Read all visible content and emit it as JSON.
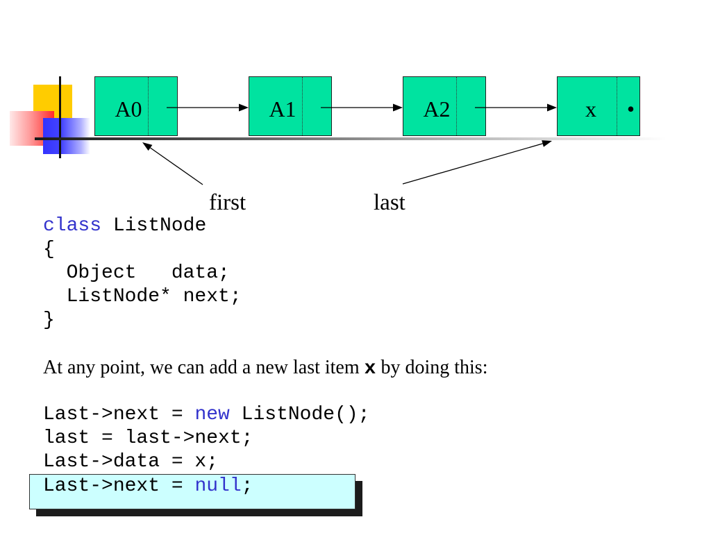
{
  "colors": {
    "node_fill": "#00E3A0",
    "keyword": "#3333CC",
    "highlight_fill": "#CCFFFF"
  },
  "linked_list": {
    "nodes": [
      {
        "label": "A0"
      },
      {
        "label": "A1"
      },
      {
        "label": "A2"
      },
      {
        "label": "x",
        "next_marker": "•"
      }
    ],
    "pointers": {
      "first": "first",
      "last": "last"
    }
  },
  "class_code": {
    "line1": {
      "keyword": "class",
      "text": " ListNode"
    },
    "line2": "{",
    "line3": "  Object   data;",
    "line4": "  ListNode* next;",
    "line5": "}"
  },
  "explanation": {
    "before": "At any point, we can add a new last item ",
    "variable": "x",
    "after": " by doing this:"
  },
  "append_code": {
    "line1": {
      "before": "Last->next = ",
      "keyword": "new",
      "after": " ListNode();"
    },
    "line2": "last = last->next;",
    "line3": "Last->data = x;",
    "line4": {
      "before": "Last->next = ",
      "keyword": "null",
      "after": ";"
    }
  }
}
